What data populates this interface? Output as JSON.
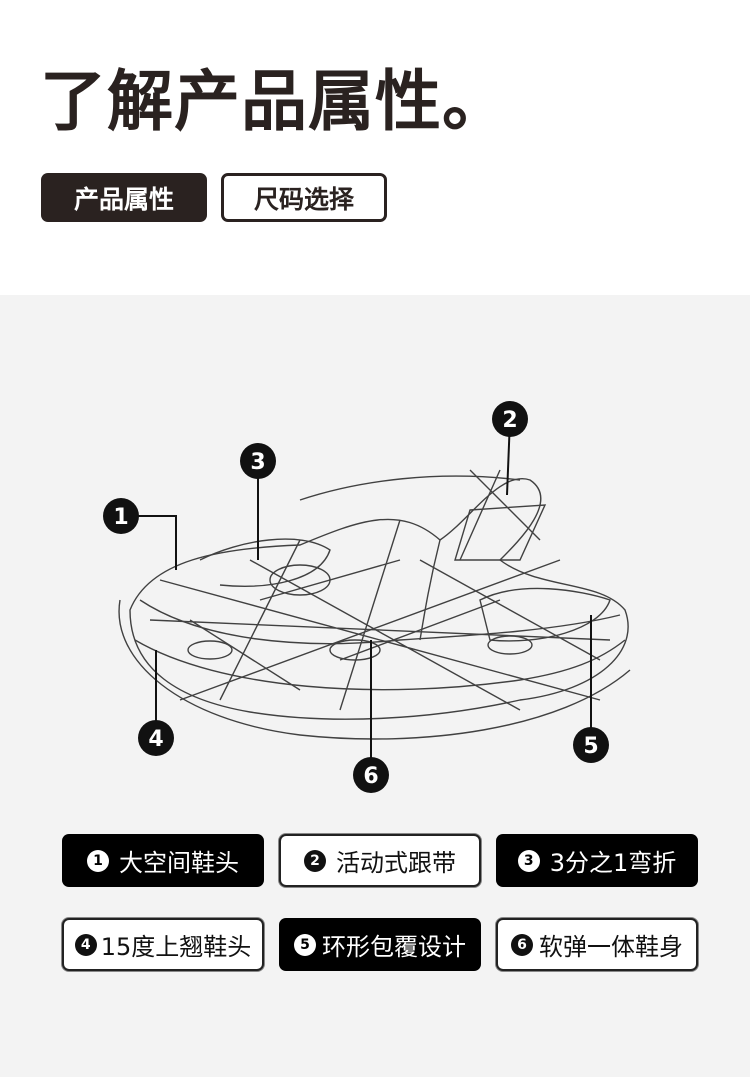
{
  "header": {
    "title": "了解产品属性。"
  },
  "tabs": [
    {
      "label": "产品属性",
      "active": true
    },
    {
      "label": "尺码选择",
      "active": false
    }
  ],
  "callouts": [
    "1",
    "2",
    "3",
    "4",
    "5",
    "6"
  ],
  "features": [
    {
      "num": "1",
      "label": "大空间鞋头",
      "style": "dark"
    },
    {
      "num": "2",
      "label": "活动式跟带",
      "style": "light"
    },
    {
      "num": "3",
      "label": "3分之1弯折",
      "style": "dark"
    },
    {
      "num": "4",
      "label": "15度上翘鞋头",
      "style": "light"
    },
    {
      "num": "5",
      "label": "环形包覆设计",
      "style": "dark"
    },
    {
      "num": "6",
      "label": "软弹一体鞋身",
      "style": "light"
    }
  ]
}
